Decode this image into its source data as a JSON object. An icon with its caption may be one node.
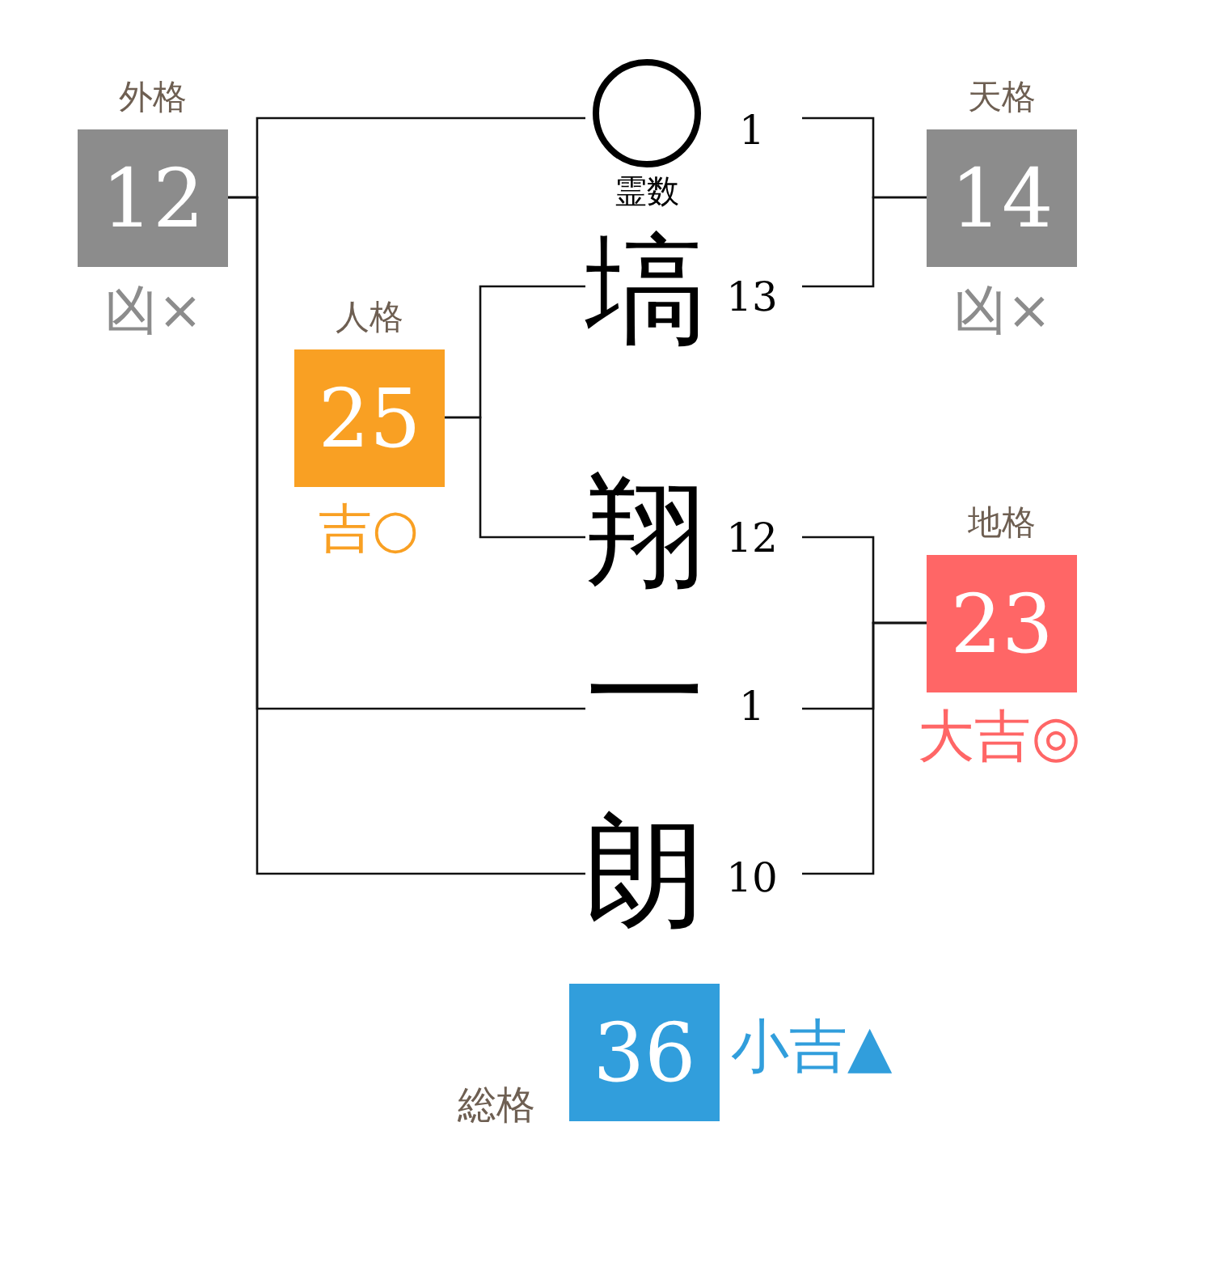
{
  "diagram": {
    "nodes": [
      {
        "text": [
          "外格",
          "12"
        ],
        "beside": [
          "凶×"
        ]
      },
      {
        "text": [],
        "shape": "circle",
        "beside": [
          "1",
          "霊数"
        ]
      },
      {
        "text": [
          "天格",
          "14"
        ],
        "beside": [
          "凶×"
        ]
      },
      {
        "text": [
          "塙"
        ],
        "beside": [
          "13"
        ]
      },
      {
        "text": [
          "人格",
          "25"
        ],
        "beside": [
          "吉○"
        ]
      },
      {
        "text": [
          "翔"
        ],
        "beside": [
          "12"
        ]
      },
      {
        "text": [
          "地格",
          "23"
        ],
        "beside": [
          "大吉◎"
        ]
      },
      {
        "text": [
          "一"
        ],
        "beside": [
          "1"
        ]
      },
      {
        "text": [
          "朗"
        ],
        "beside": [
          "10"
        ]
      },
      {
        "text": [
          "総格",
          "36"
        ],
        "beside": [
          "小吉▲"
        ]
      }
    ],
    "edges": [
      {
        "from": 1,
        "to": 2,
        "arrow": "none"
      },
      {
        "from": 3,
        "to": 2,
        "arrow": "none"
      },
      {
        "from": 3,
        "to": 4,
        "arrow": "none"
      },
      {
        "from": 5,
        "to": 4,
        "arrow": "none"
      },
      {
        "from": 5,
        "to": 6,
        "arrow": "none"
      },
      {
        "from": 7,
        "to": 6,
        "arrow": "none"
      },
      {
        "from": 8,
        "to": 6,
        "arrow": "none"
      },
      {
        "from": 1,
        "to": 0,
        "arrow": "none"
      },
      {
        "from": 7,
        "to": 0,
        "arrow": "none"
      },
      {
        "from": 8,
        "to": 0,
        "arrow": "none"
      }
    ]
  }
}
